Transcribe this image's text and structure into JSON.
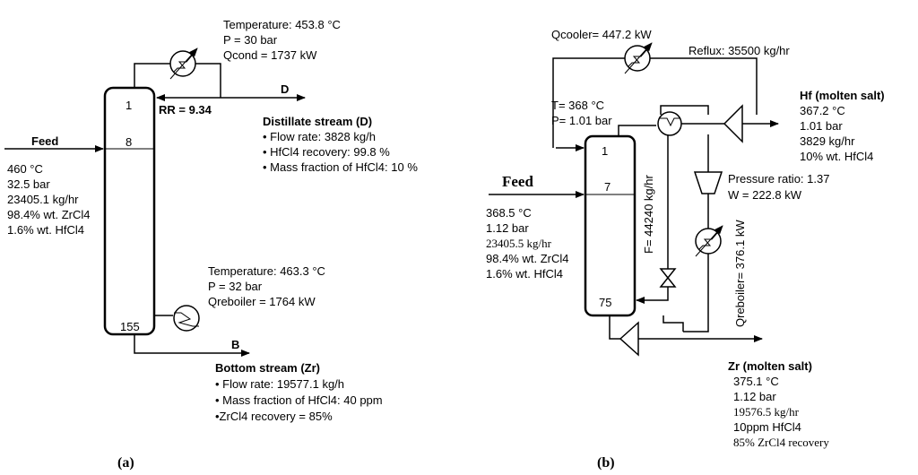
{
  "a": {
    "feed_label": "Feed",
    "feed": [
      "460 °C",
      "32.5 bar",
      "23405.1 kg/hr",
      "98.4% wt. ZrCl4",
      "1.6% wt. HfCl4"
    ],
    "stage_top": "1",
    "stage_feed": "8",
    "stage_bottom": "155",
    "cond_lines": [
      "Temperature: 453.8 °C",
      "P = 30 bar",
      "Qcond = 1737 kW"
    ],
    "rr": "RR = 9.34",
    "d_marker": "D",
    "distillate_title": "Distillate stream (D)",
    "distillate_items": [
      "• Flow rate: 3828 kg/h",
      "• HfCl4 recovery: 99.8 %",
      "• Mass fraction of HfCl4: 10 %"
    ],
    "reb_lines": [
      "Temperature: 463.3 °C",
      "P = 32 bar",
      "Qreboiler = 1764 kW"
    ],
    "b_marker": "B",
    "bottom_title": "Bottom stream (Zr)",
    "bottom_items": [
      "• Flow rate: 19577.1 kg/h",
      "• Mass fraction of HfCl4: 40 ppm",
      "•ZrCl4 recovery = 85%"
    ],
    "caption": "(a)"
  },
  "b": {
    "qcooler": "Qcooler= 447.2 kW",
    "reflux": "Reflux: 35500 kg/hr",
    "top_t": "T= 368 °C",
    "top_p": "P= 1.01 bar",
    "hf_title": "Hf (molten salt)",
    "hf_lines": [
      "367.2 °C",
      "1.01 bar",
      "3829 kg/hr",
      "10% wt. HfCl4"
    ],
    "feed_label": "Feed",
    "feed": [
      "368.5 °C",
      "1.12 bar",
      "23405.5 kg/hr",
      "98.4% wt. ZrCl4",
      "1.6% wt. HfCl4"
    ],
    "stage_top": "1",
    "stage_feed": "7",
    "stage_bottom": "75",
    "f_flow": "F= 44240 kg/hr",
    "pressure_ratio": "Pressure ratio: 1.37",
    "w": "W = 222.8 kW",
    "qreboiler": "Qreboiler= 376.1 kW",
    "zr_title": "Zr (molten salt)",
    "zr_lines": [
      "375.1 °C",
      "1.12 bar",
      "19576.5 kg/hr",
      "10ppm HfCl4",
      "85% ZrCl4 recovery"
    ],
    "caption": "(b)"
  }
}
